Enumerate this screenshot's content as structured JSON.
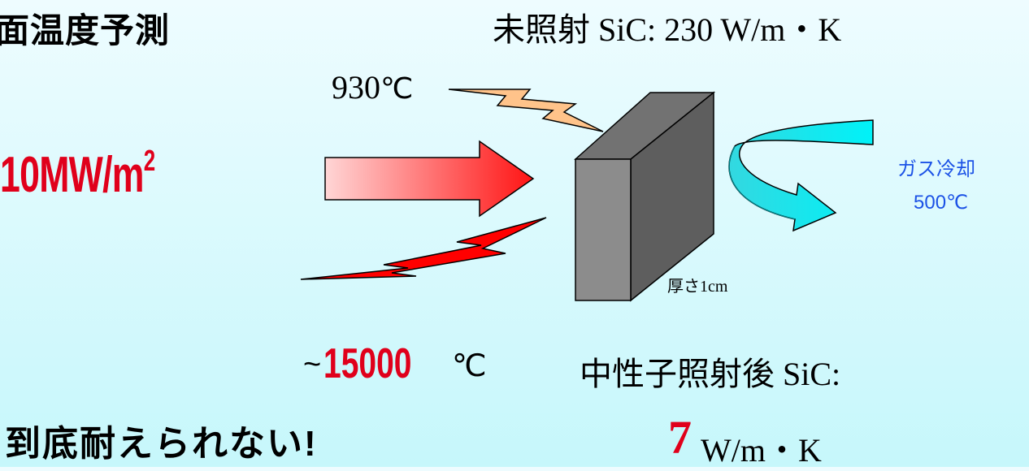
{
  "texts": {
    "title": "面温度予測",
    "unirradiated": "未照射 SiC: 230 W/m・K",
    "surface_temp_value": "930",
    "surface_temp_unit": "℃",
    "heat_flux": "10MW/m",
    "heat_flux_exp": "2",
    "gas_cooling": "ガス冷却",
    "gas_temp": "500℃",
    "thickness": "厚さ1cm",
    "plasma_prefix": "~",
    "plasma_temp": "15000",
    "plasma_unit": "℃",
    "irradiated_label": "中性子照射後 SiC:",
    "cannot_withstand": "到底耐えられない!",
    "irradiated_value": "7",
    "irradiated_unit": "W/m・K"
  },
  "colors": {
    "red_text": "#e0001b",
    "blue_text": "#1c52e6",
    "block_face": "#8a8a8a",
    "block_top": "#707070",
    "block_side": "#5e5e5e",
    "arrow_red_dark": "#ff1a1a",
    "arrow_red_light": "#ffd0d0",
    "lightning_red": "#ff0000",
    "lightning_orange": "#ffc38a",
    "cooling_arrow": "#00e6ee"
  },
  "icons": {
    "block": "sic-block",
    "heat_arrow": "right-arrow-icon",
    "plasma_bolt": "lightning-bolt-icon",
    "radiation_bolt": "lightning-bolt-icon",
    "cooling_arrow": "curved-arrow-icon"
  }
}
